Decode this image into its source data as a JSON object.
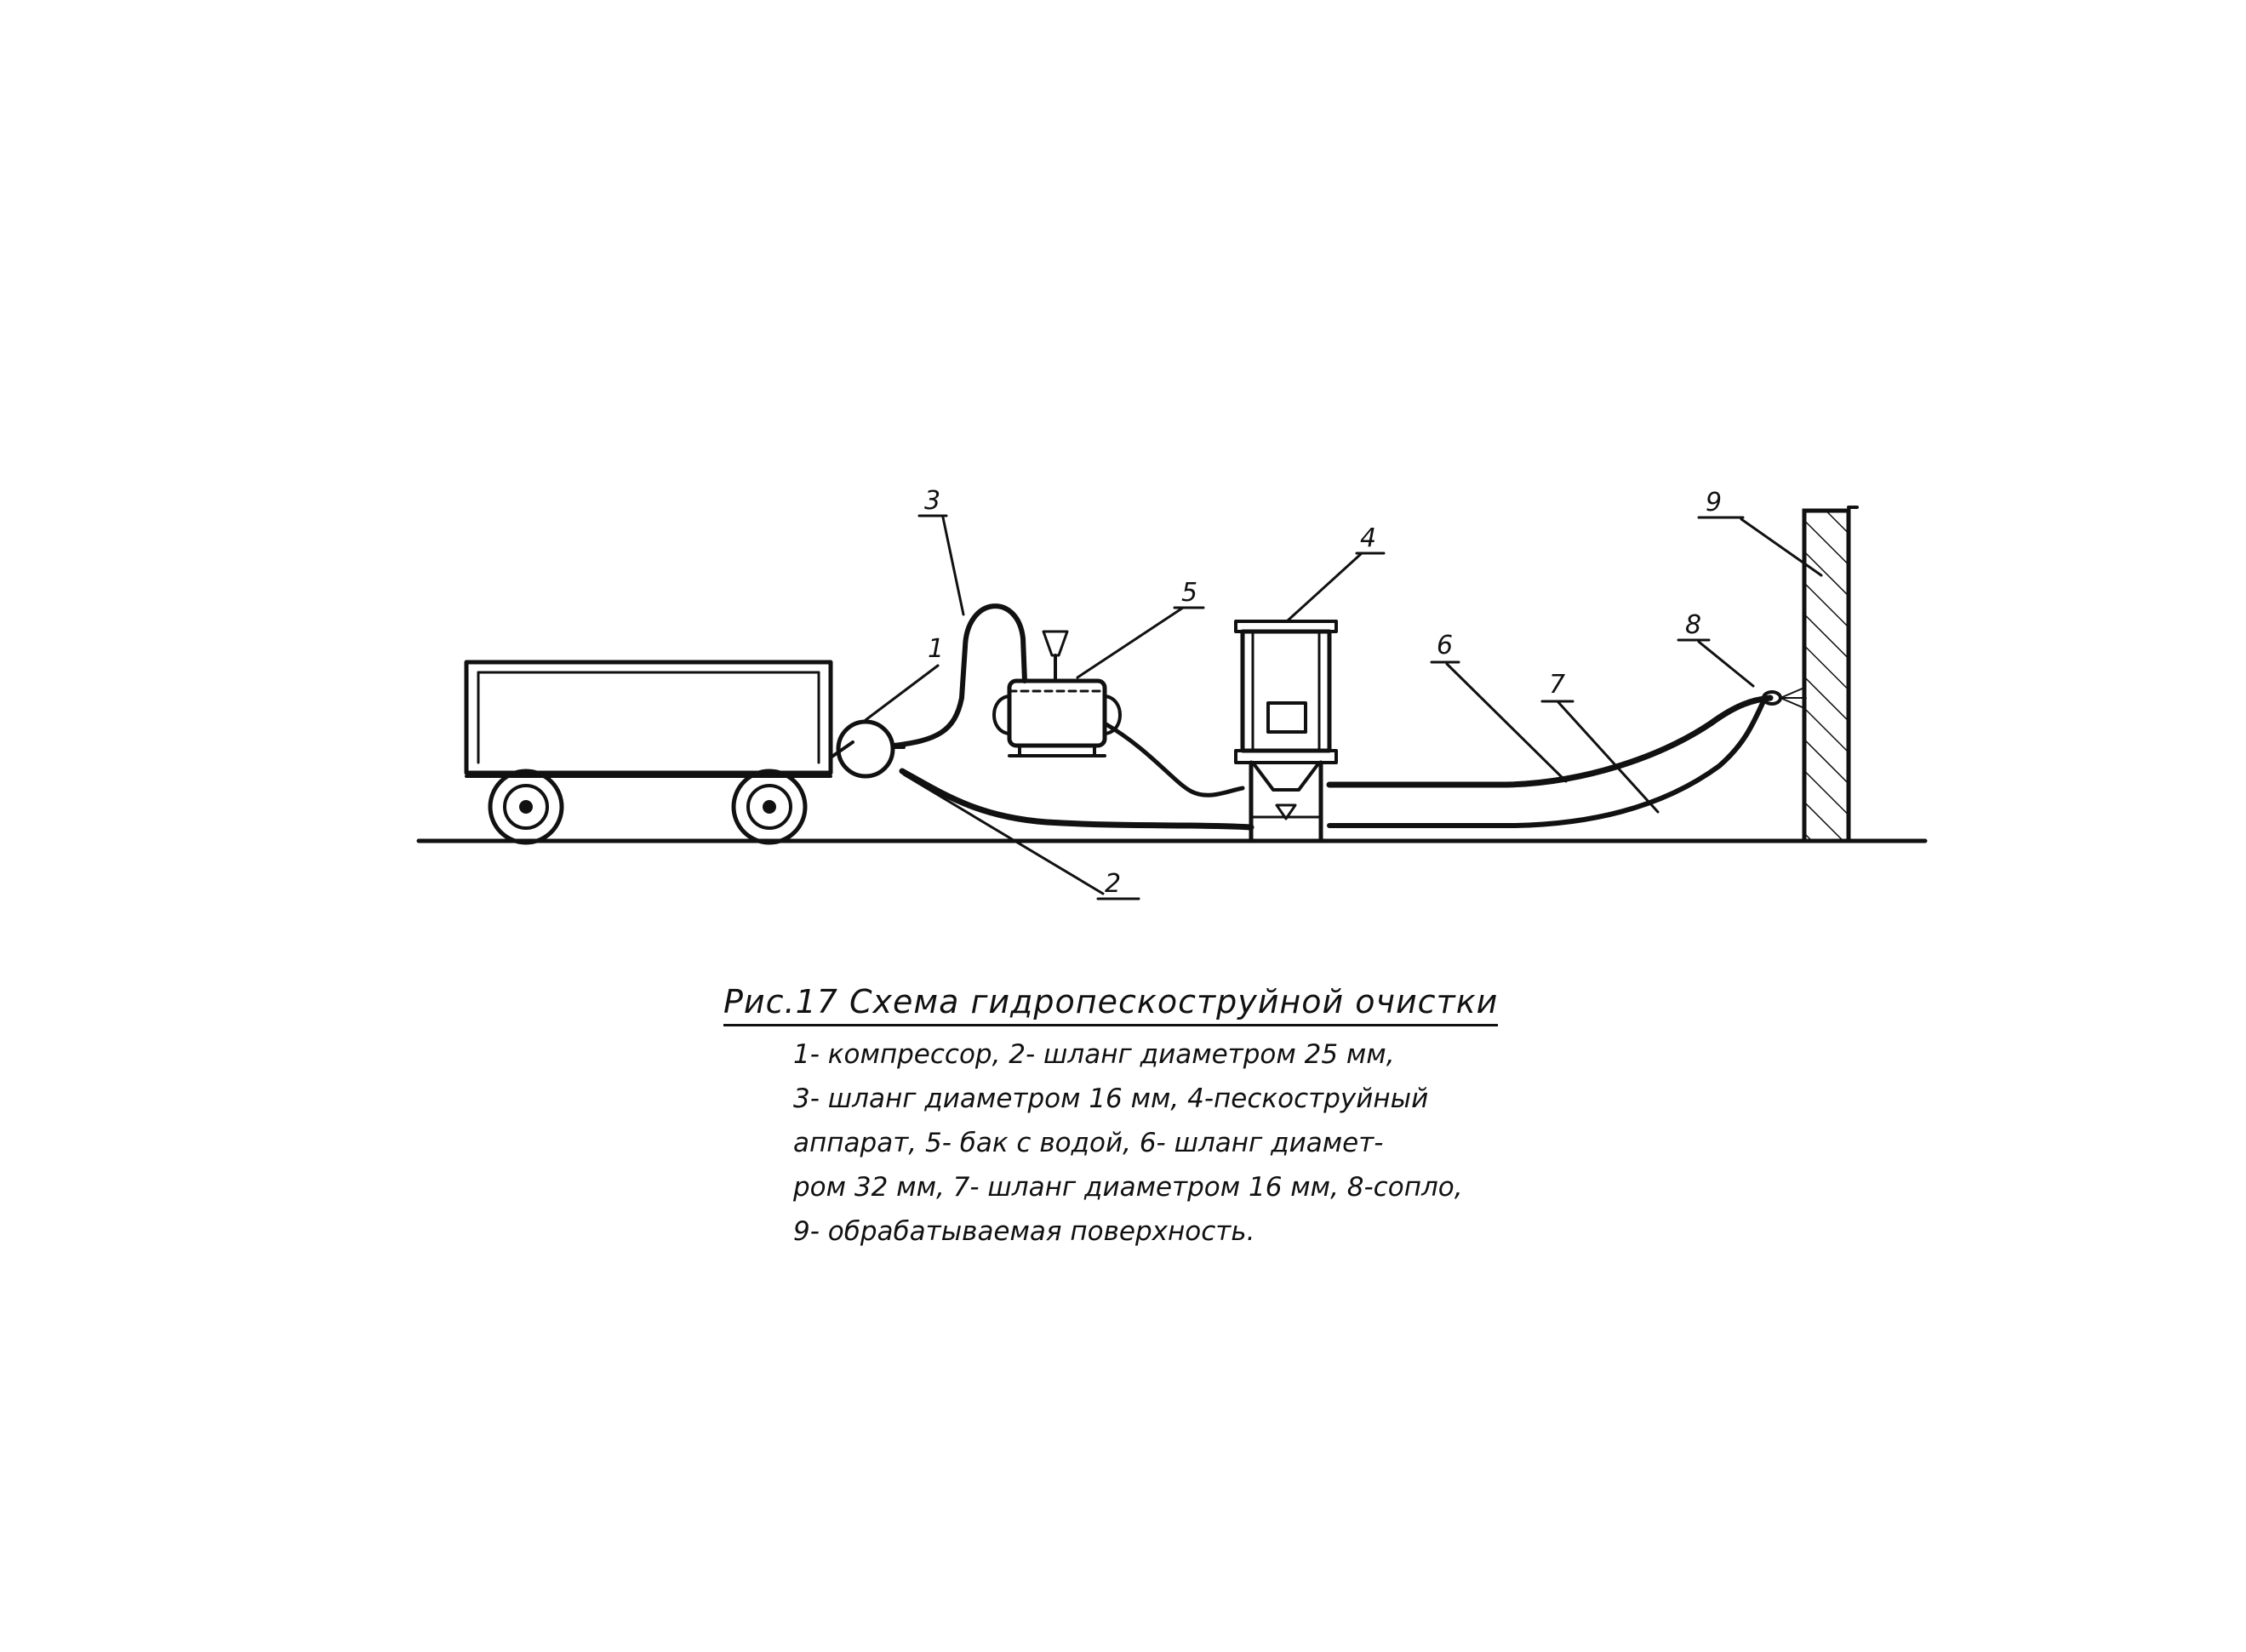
{
  "figure": {
    "caption": "Рис.17 Схема гидропескоструйной очистки",
    "legend_lines": [
      "1- компрессор, 2- шланг диаметром 25 мм,",
      "3- шланг диаметром 16 мм, 4-пескоструйный",
      "аппарат, 5- бак с водой, 6- шланг диамет-",
      "ром 32 мм, 7- шланг диаметром 16 мм, 8-сопло,",
      "9- обрабатываемая поверхность."
    ]
  },
  "callouts": {
    "c1": "1",
    "c2": "2",
    "c3": "3",
    "c4": "4",
    "c5": "5",
    "c6": "6",
    "c7": "7",
    "c8": "8",
    "c9": "9"
  }
}
